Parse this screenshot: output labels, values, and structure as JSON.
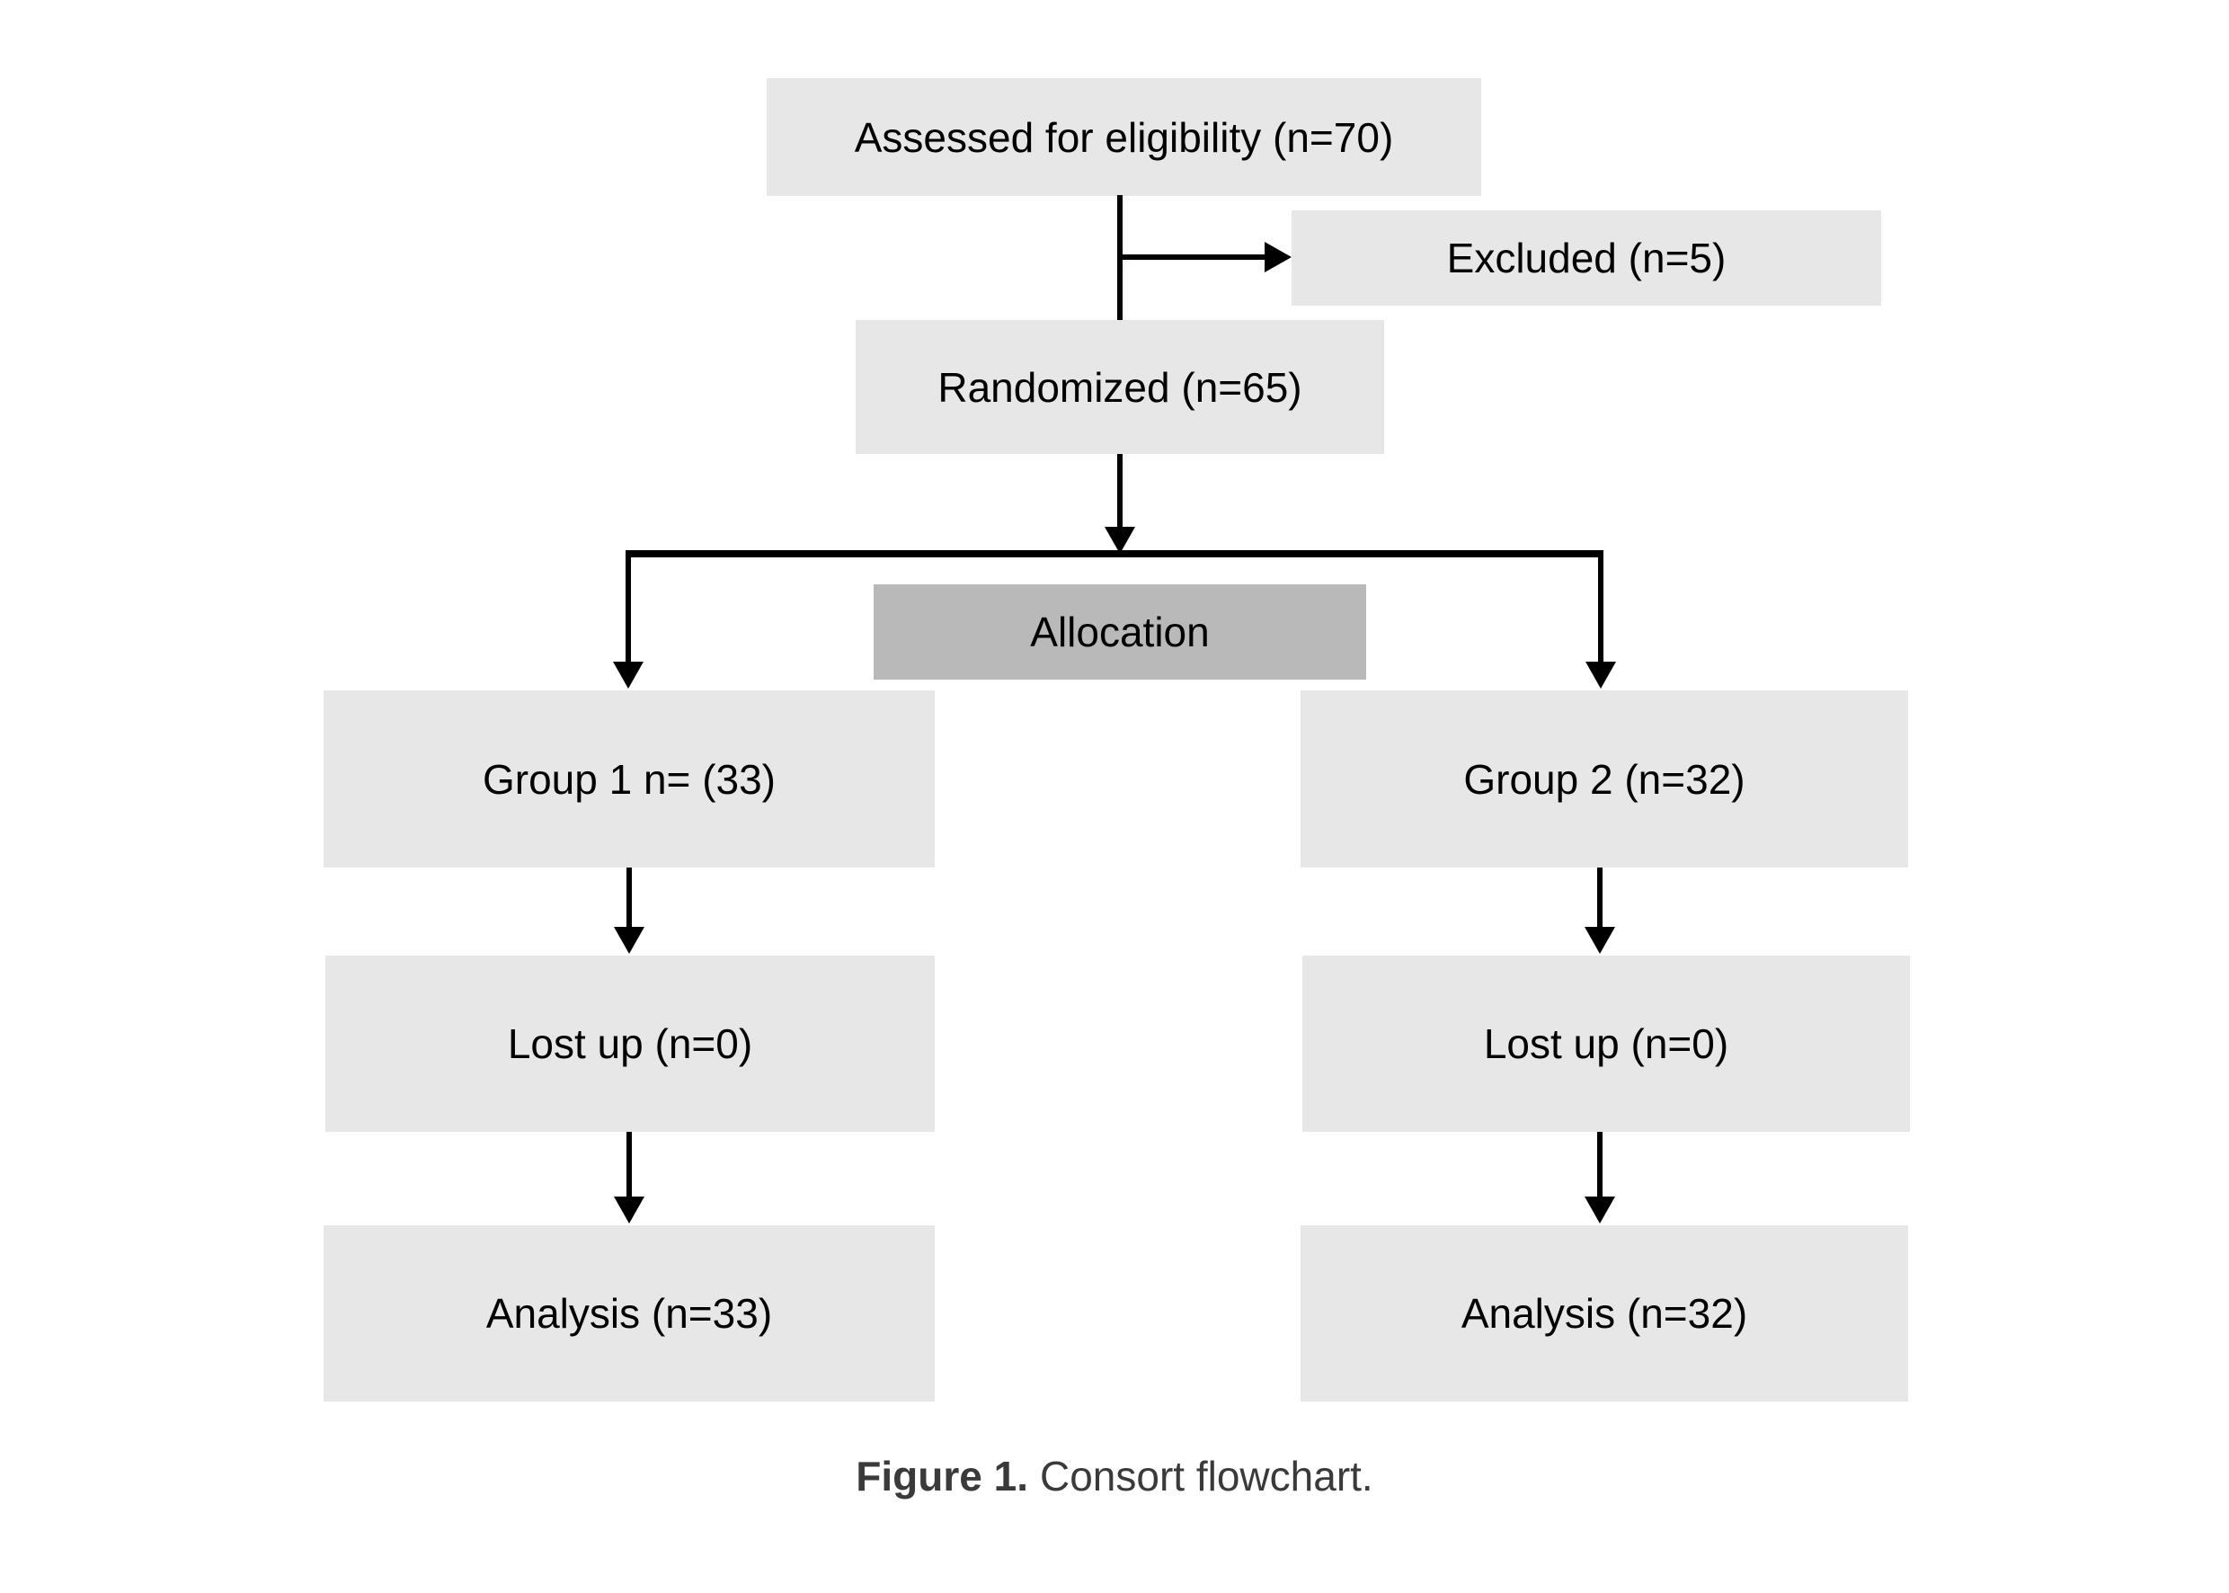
{
  "figure": {
    "caption_prefix": "Figure 1.",
    "caption_text": "Consort flowchart."
  },
  "flowchart": {
    "type": "consort-flow-diagram",
    "nodes": {
      "assessed": {
        "label": "Assessed for eligibility (n=70)",
        "n": 70
      },
      "excluded": {
        "label": "Excluded (n=5)",
        "n": 5
      },
      "randomized": {
        "label": "Randomized (n=65)",
        "n": 65
      },
      "allocation": {
        "label": "Allocation"
      },
      "group1": {
        "label": "Group 1 n= (33)",
        "n": 33
      },
      "group2": {
        "label": "Group 2 (n=32)",
        "n": 32
      },
      "lost1": {
        "label": "Lost up (n=0)",
        "n": 0
      },
      "lost2": {
        "label": "Lost up (n=0)",
        "n": 0
      },
      "analysis1": {
        "label": "Analysis (n=33)",
        "n": 33
      },
      "analysis2": {
        "label": "Analysis (n=32)",
        "n": 32
      }
    },
    "edges": [
      "assessed->randomized",
      "assessed->excluded",
      "randomized->group1",
      "randomized->group2",
      "group1->lost1",
      "group2->lost2",
      "lost1->analysis1",
      "lost2->analysis2"
    ],
    "colors": {
      "box_fill": "#e7e7e7",
      "allocation_fill": "#b9b9b9",
      "line": "#000000",
      "caption_text": "#3a3a3a",
      "background": "#ffffff"
    }
  }
}
